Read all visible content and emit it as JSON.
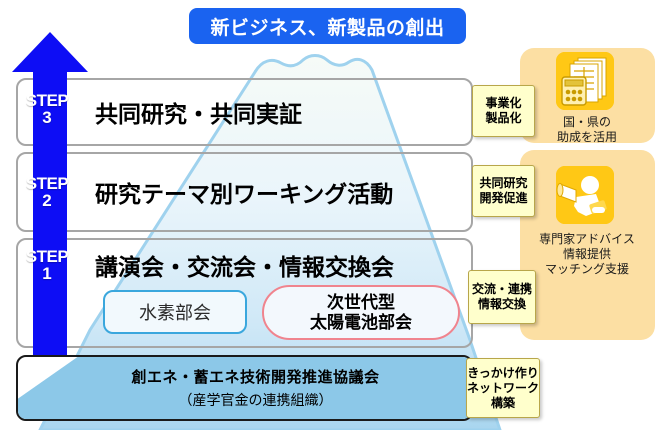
{
  "banner": {
    "text": "新ビジネス、新製品の創出",
    "color": "#1a63f0"
  },
  "steps": [
    {
      "step_word": "STEP",
      "step_number": "3",
      "title": "共同研究・共同実証",
      "outcome": [
        "事業化",
        "製品化"
      ]
    },
    {
      "step_word": "STEP",
      "step_number": "2",
      "title": "研究テーマ別ワーキング活動",
      "outcome": [
        "共同研究",
        "開発促進"
      ]
    },
    {
      "step_word": "STEP",
      "step_number": "1",
      "title": "講演会・交流会・情報交換会",
      "outcome": [
        "交流・連携",
        "情報交換"
      ]
    }
  ],
  "working_groups": {
    "hydrogen": {
      "label": "水素部会",
      "border_color": "#3aa7dd"
    },
    "solar": {
      "line1": "次世代型",
      "line2": "太陽電池部会",
      "border_color": "#f0848e"
    }
  },
  "council": {
    "title": "創エネ・蓄エネ技術開発推進協議会",
    "subtitle": "（産学官金の連携組織）",
    "outcome": [
      "きっかけ作り",
      "ネットワーク",
      "構築"
    ]
  },
  "support": {
    "subsidy": {
      "icon": "document-calculator-icon",
      "lines": [
        "国・県の",
        "助成を活用"
      ]
    },
    "expert": {
      "icon": "megaphone-person-icon",
      "lines": [
        "専門家アドバイス",
        "情報提供",
        "マッチング支援"
      ]
    },
    "panel_color": "#fcdfa3",
    "icon_color": "#ffc815"
  },
  "arrow": {
    "name": "upward-progress-arrow",
    "color": "#0d0df5"
  },
  "mountain": {
    "name": "mount-fuji-backdrop",
    "fill_top": "#f3f9f5",
    "fill_bottom": "#bfe0f2",
    "outline": "#9fd2ee"
  }
}
